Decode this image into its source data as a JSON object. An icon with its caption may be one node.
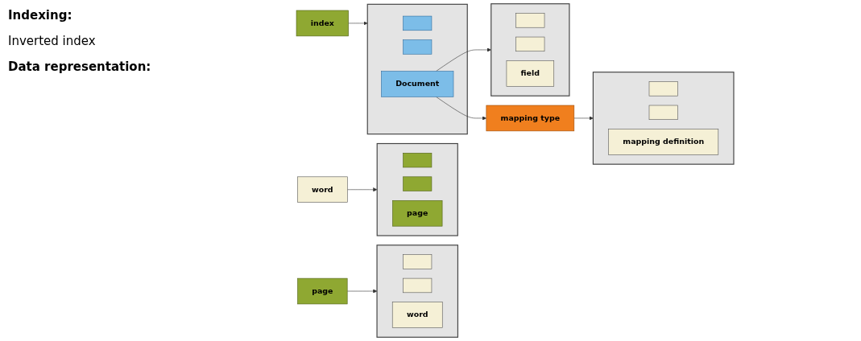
{
  "diagram": {
    "nodes": [
      {
        "text": [
          "page"
        ]
      },
      {
        "text": [],
        "shape": "box"
      },
      {
        "text": [],
        "shape": "box",
        "in": 1
      },
      {
        "text": [],
        "shape": "box",
        "in": 1
      },
      {
        "text": [
          "word"
        ],
        "in": 1
      },
      {
        "text": [
          "word"
        ]
      },
      {
        "text": [],
        "shape": "box"
      },
      {
        "text": [],
        "shape": "box",
        "in": 6
      },
      {
        "text": [],
        "shape": "box",
        "in": 6
      },
      {
        "text": [
          "page"
        ],
        "in": 6
      },
      {
        "text": [
          "index"
        ]
      },
      {
        "text": [],
        "shape": "box"
      },
      {
        "text": [],
        "shape": "box",
        "in": 11
      },
      {
        "text": [],
        "shape": "box",
        "in": 11
      },
      {
        "text": [
          "Document"
        ],
        "in": 11
      },
      {
        "text": [],
        "shape": "box"
      },
      {
        "text": [],
        "shape": "box",
        "in": 15
      },
      {
        "text": [],
        "shape": "box",
        "in": 15
      },
      {
        "text": [
          "field"
        ],
        "in": 15
      },
      {
        "text": [
          "mapping type"
        ]
      },
      {
        "text": [],
        "shape": "box"
      },
      {
        "text": [],
        "shape": "box",
        "in": 20
      },
      {
        "text": [],
        "shape": "box",
        "in": 20
      },
      {
        "text": [
          "mapping definition"
        ],
        "in": 20
      }
    ],
    "edges": [
      {
        "from": 0,
        "to": 1,
        "arrow": "to"
      },
      {
        "from": 5,
        "to": 6,
        "arrow": "to"
      },
      {
        "from": 10,
        "to": 11,
        "arrow": "to"
      },
      {
        "from": 14,
        "to": 15,
        "arrow": "to"
      },
      {
        "from": 14,
        "to": 19,
        "arrow": "to"
      },
      {
        "from": 19,
        "to": 20,
        "arrow": "to"
      }
    ],
    "labels": [
      "Indexing:",
      "Inverted index",
      "Data representation:"
    ]
  }
}
